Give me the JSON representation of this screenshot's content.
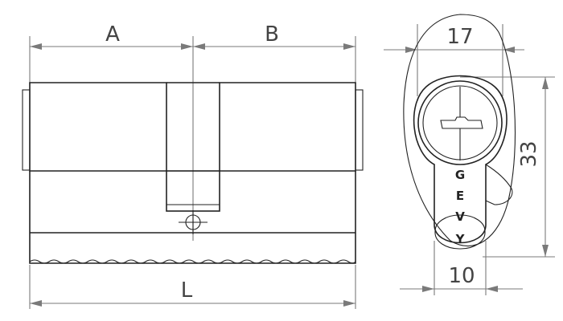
{
  "dimensions": {
    "a": "A",
    "b": "B",
    "l": "L",
    "width_top": "17",
    "width_bottom": "10",
    "height": "33"
  },
  "brand_letters": [
    "G",
    "E",
    "V",
    "Y"
  ]
}
